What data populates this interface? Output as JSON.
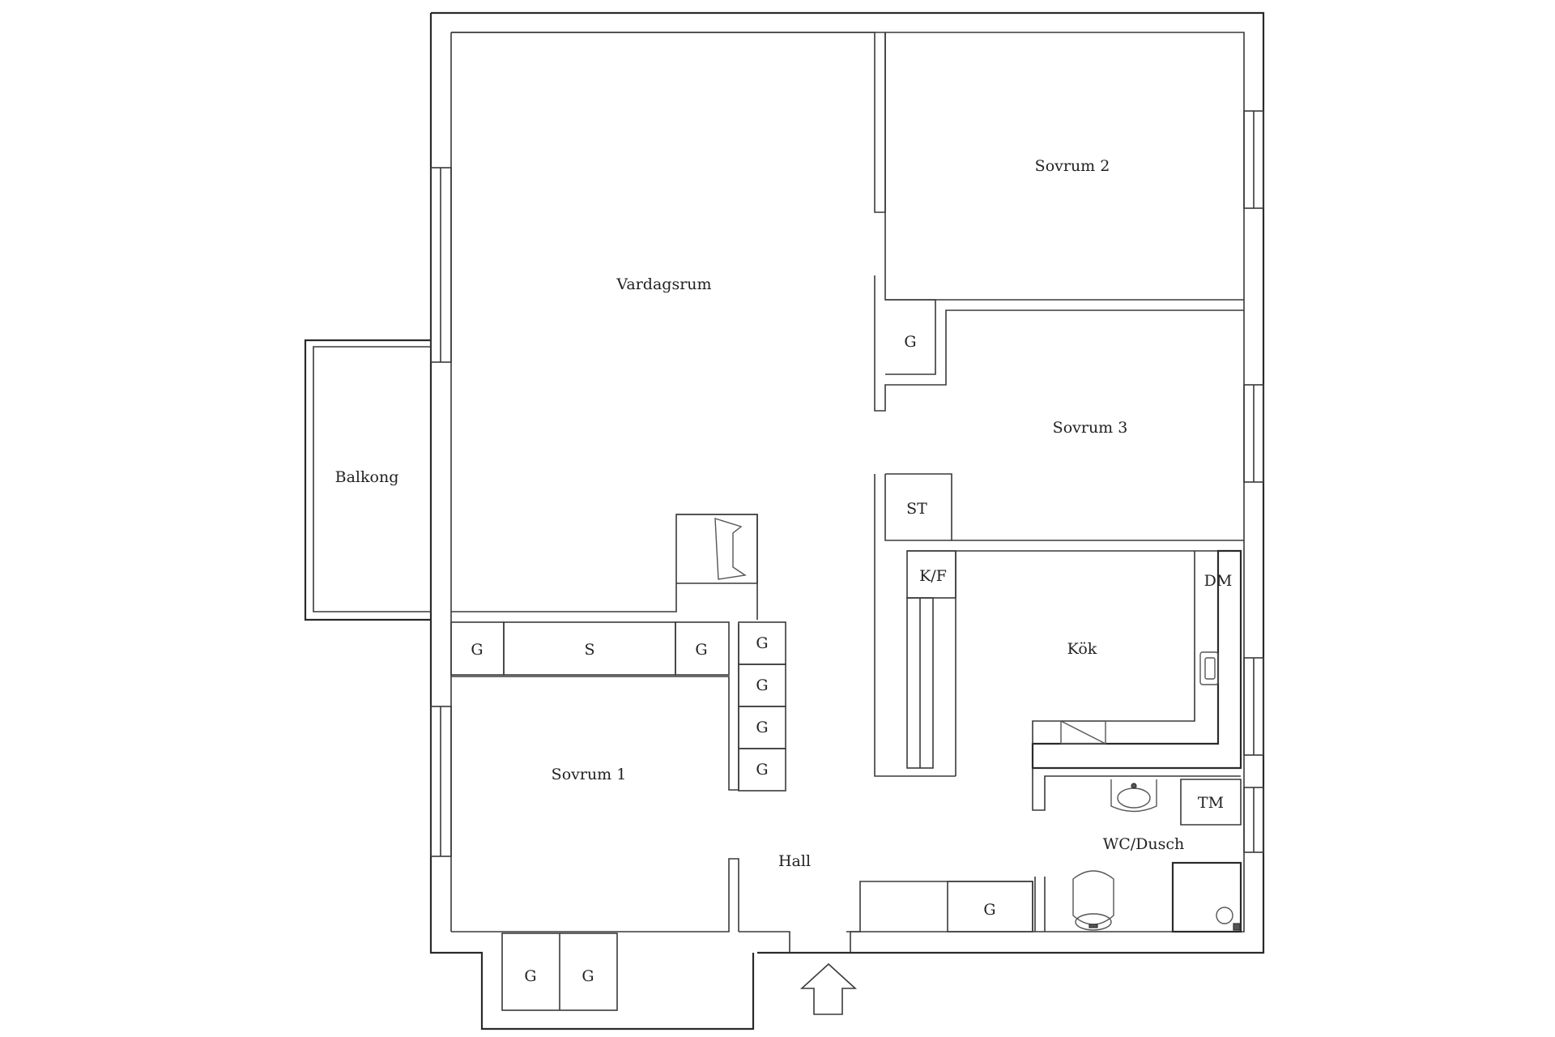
{
  "rooms": {
    "vardagsrum": "Vardagsrum",
    "sovrum2": "Sovrum 2",
    "sovrum3": "Sovrum 3",
    "sovrum1": "Sovrum 1",
    "balkong": "Balkong",
    "kok": "Kök",
    "hall": "Hall",
    "wc": "WC/Dusch"
  },
  "fixtures": {
    "g_closet_mid": "G",
    "st": "ST",
    "kf": "K/F",
    "dm": "DM",
    "g_left": "G",
    "s": "S",
    "g_right": "G",
    "g_col_1": "G",
    "g_col_2": "G",
    "g_col_3": "G",
    "g_col_4": "G",
    "tm": "TM",
    "g_hall": "G",
    "g_bottom_1": "G",
    "g_bottom_2": "G"
  },
  "icons": {
    "entrance": "entrance-arrow-icon"
  }
}
